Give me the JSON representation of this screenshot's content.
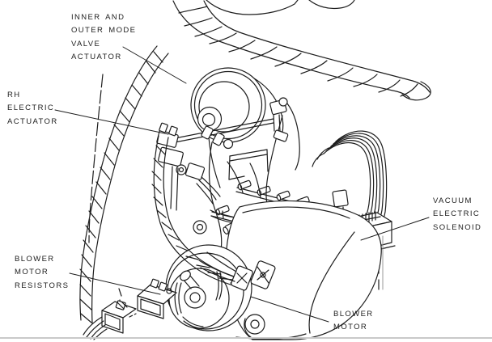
{
  "figure": {
    "type": "technical-line-illustration",
    "subject": "HVAC blower motor assembly exploded view",
    "colors": {
      "line": "#1d1d1d",
      "background": "#ffffff",
      "bottom_rule": "#c9c9c9"
    },
    "labels": {
      "mode_valve_actuator": {
        "lines": [
          "INNER AND",
          "OUTER MODE",
          "VALVE",
          "ACTUATOR"
        ]
      },
      "rh_electric_actuator": {
        "lines": [
          "RH",
          "ELECTRIC",
          "ACTUATOR"
        ]
      },
      "blower_motor_resistors": {
        "lines": [
          "BLOWER",
          "MOTOR",
          "RESISTORS"
        ]
      },
      "vacuum_electric_solenoid": {
        "lines": [
          "VACUUM",
          "ELECTRIC",
          "SOLENOID"
        ]
      },
      "blower_motor": {
        "lines": [
          "BLOWER",
          "MOTOR"
        ]
      }
    }
  }
}
